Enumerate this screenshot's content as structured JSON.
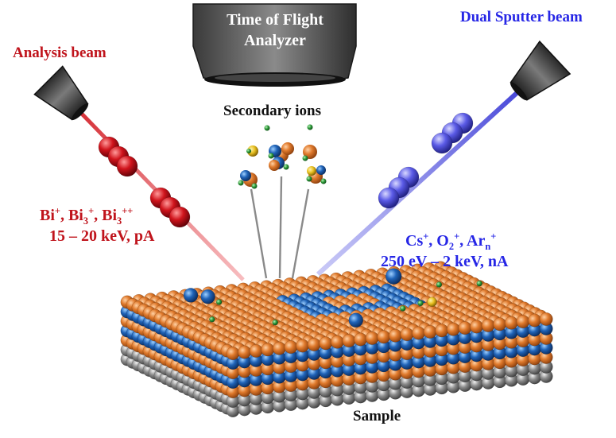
{
  "analyzer_label": [
    "Time of Flight",
    "Analyzer"
  ],
  "analysis_beam": {
    "title": "Analysis beam",
    "ions": [
      {
        "base": "Bi",
        "sub": "",
        "sup": "+"
      },
      {
        "base": "Bi",
        "sub": "3",
        "sup": "+"
      },
      {
        "base": "Bi",
        "sub": "3",
        "sup": "++"
      }
    ],
    "energy": "15 – 20 keV, pA",
    "color": "#c0141c"
  },
  "sputter_beam": {
    "title": "Dual Sputter beam",
    "ions": [
      {
        "base": "Cs",
        "sub": "",
        "sup": "+"
      },
      {
        "base": "O",
        "sub": "2",
        "sup": "+"
      },
      {
        "base": "Ar",
        "sub": "n",
        "sup": "+"
      }
    ],
    "energy": "250 eV – 2 keV, nA",
    "color": "#2626e6"
  },
  "secondary_ions_label": "Secondary ions",
  "sample_label": "Sample",
  "atom_colors": {
    "orange": "#e07a2c",
    "blue": "#1f63b8",
    "gray": "#8c8c8c",
    "green": "#2e9a3a",
    "yellow": "#e8c020"
  }
}
